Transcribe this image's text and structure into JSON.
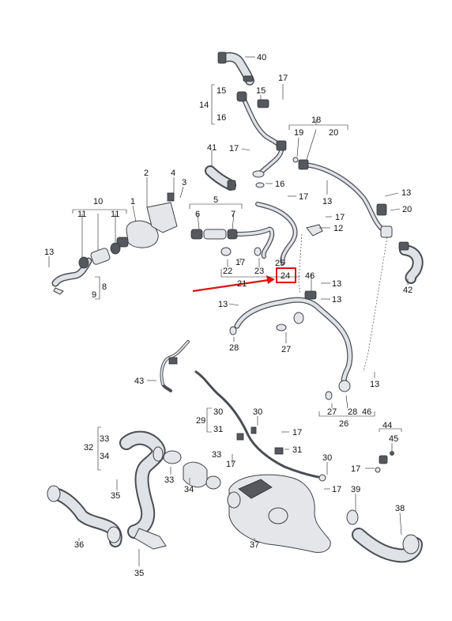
{
  "labels": {
    "p1": "1",
    "p2": "2",
    "p3": "3",
    "p4": "4",
    "p5": "5",
    "p6": "6",
    "p7": "7",
    "p8": "8",
    "p9": "9",
    "p10": "10",
    "p11a": "11",
    "p11b": "11",
    "p12": "12",
    "p13a": "13",
    "p13b": "13",
    "p13c": "13",
    "p13d": "13",
    "p13e": "13",
    "p13f": "13",
    "p13g": "13",
    "p14": "14",
    "p15a": "15",
    "p15b": "15",
    "p16a": "16",
    "p16b": "16",
    "p17a": "17",
    "p17b": "17",
    "p17c": "17",
    "p17d": "17",
    "p17e": "17",
    "p17f": "17",
    "p17g": "17",
    "p17h": "17",
    "p18": "18",
    "p19": "19",
    "p20a": "20",
    "p20b": "20",
    "p21": "21",
    "p22": "22",
    "p23": "23",
    "p24": "24",
    "p25": "25",
    "p26": "26",
    "p27a": "27",
    "p27b": "27",
    "p28a": "28",
    "p28b": "28",
    "p29": "29",
    "p30a": "30",
    "p30b": "30",
    "p30c": "30",
    "p31a": "31",
    "p31b": "31",
    "p32": "32",
    "p33a": "33",
    "p33b": "33",
    "p33c": "33",
    "p34a": "34",
    "p34b": "34",
    "p35a": "35",
    "p35b": "35",
    "p36": "36",
    "p37": "37",
    "p38": "38",
    "p39": "39",
    "p40": "40",
    "p41": "41",
    "p42": "42",
    "p43": "43",
    "p44": "44",
    "p45": "45",
    "p46a": "46",
    "p46b": "46"
  },
  "highlight": {
    "part": "24",
    "color": "#e01010"
  },
  "colors": {
    "pipe": "#4a4d52",
    "pipe_fill": "#dfe2e6",
    "accent": "#e01010"
  }
}
